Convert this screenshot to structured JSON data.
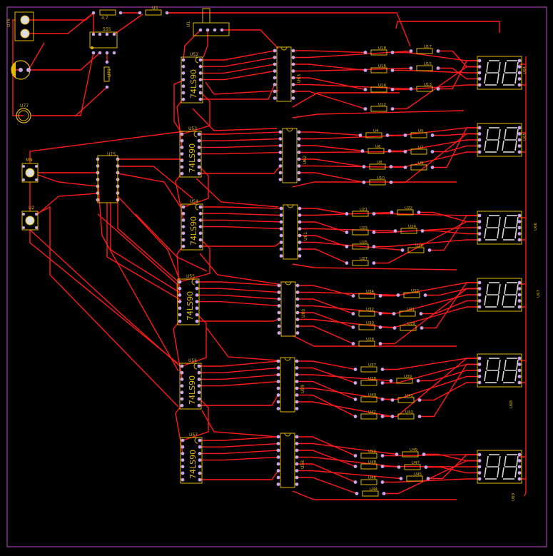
{
  "colors": {
    "background": "#000000",
    "trace": "#ff1a1a",
    "silkscreen": "#e3b800",
    "pad": "#c9a6e6",
    "board_edge": "#a43cb0",
    "pad_dark": "#2a2a2a"
  },
  "labels": {
    "u76": "U76",
    "u77": "U77",
    "u75": "U75",
    "u1": "U1",
    "u3": "U3",
    "u71": "U71",
    "c47": "4.7",
    "ic555": "555",
    "mn": "MN",
    "u2": "U2",
    "u52": "U52",
    "u53": "U53",
    "u54": "U54",
    "u55": "U55",
    "u56": "U56",
    "u57": "U57",
    "u63": "U63",
    "u62": "U62",
    "u61": "U61",
    "u60": "U60",
    "u59": "U59",
    "u58": "U58",
    "chip": "74LS90",
    "r18": "U18",
    "r17": "U17",
    "r16": "U16",
    "r15": "U15",
    "r14": "U14",
    "r13": "U13",
    "r12": "U12",
    "r4": "U4",
    "r5": "U5",
    "r6": "U6",
    "r7": "U7",
    "r8": "U8",
    "r9": "U9",
    "r10": "U10",
    "r21": "U21",
    "r22": "U22",
    "r23": "U23",
    "r24": "U24",
    "r25": "U25",
    "r26": "U26",
    "r27": "U27",
    "r34": "U34",
    "r33": "U33",
    "r32": "U32",
    "r31": "U31",
    "r30": "U30",
    "r29": "U29",
    "r28": "U28",
    "r37": "U37",
    "r38": "U38",
    "r39": "U39",
    "r40": "U40",
    "r41": "U41",
    "r42": "U42",
    "r43": "U43",
    "r50": "U50",
    "r49": "U49",
    "r48": "U48",
    "r47": "U47",
    "r46": "U46",
    "r45": "U45",
    "r44": "U44",
    "d64": "U64",
    "d65": "U65",
    "d66": "U66",
    "d67": "U67",
    "d68": "U68",
    "d69": "U69"
  }
}
